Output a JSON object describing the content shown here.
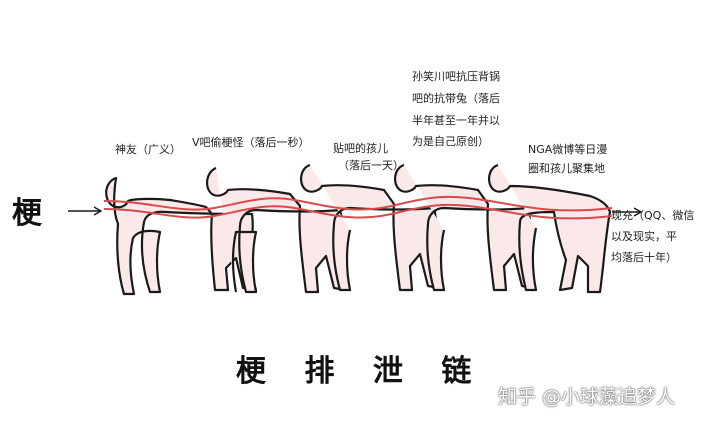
{
  "entry_label": "梗",
  "title": "梗 排 泄 链",
  "watermark": "知乎 @小球藻追梦人",
  "labels": {
    "shenyou": "神友（广义）",
    "v_ba": "V吧偷梗怪（落后一秒）",
    "huba_1": "贴吧的孩儿",
    "huba_2": "（落后一天）",
    "sun_1": "孙笑川吧抗压背锅",
    "sun_2": "吧的抗带兔（落后",
    "sun_3": "半年甚至一年并以",
    "sun_4": "为是自己原创）",
    "nga_1": "NGA微博等日漫",
    "nga_2": "圈和孩儿聚集地",
    "real_1": "现充（QQ、微信",
    "real_2": "以及现实，平",
    "real_3": "均落后十年）"
  },
  "colors": {
    "figure_fill": "#fbe8e8",
    "outline": "#1a1a1a",
    "intestine": "#d94a4a"
  }
}
